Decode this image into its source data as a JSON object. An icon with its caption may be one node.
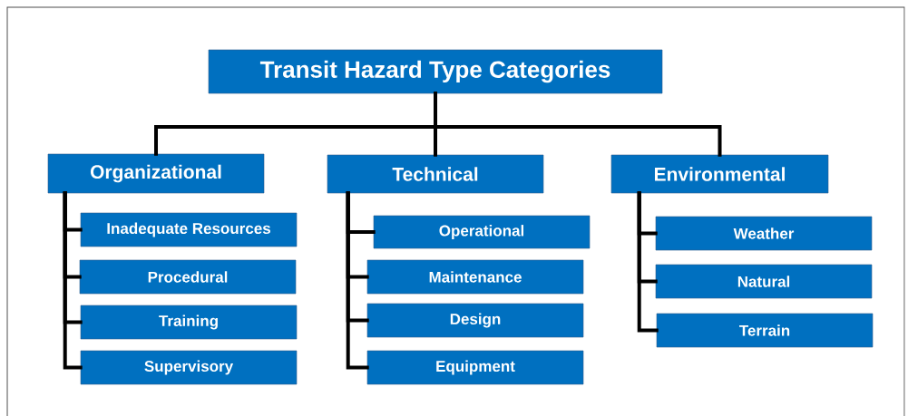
{
  "diagram": {
    "nodes": [
      {
        "text": [
          "Transit Hazard Type Categories"
        ]
      },
      {
        "text": [
          "Organizational"
        ]
      },
      {
        "text": [
          "Inadequate Resources"
        ]
      },
      {
        "text": [
          "Procedural"
        ]
      },
      {
        "text": [
          "Training"
        ]
      },
      {
        "text": [
          "Supervisory"
        ]
      },
      {
        "text": [
          "Technical"
        ]
      },
      {
        "text": [
          "Operational"
        ]
      },
      {
        "text": [
          "Maintenance"
        ]
      },
      {
        "text": [
          "Design"
        ]
      },
      {
        "text": [
          "Equipment"
        ]
      },
      {
        "text": [
          "Environmental"
        ]
      },
      {
        "text": [
          "Weather"
        ]
      },
      {
        "text": [
          "Natural"
        ]
      },
      {
        "text": [
          "Terrain"
        ]
      }
    ],
    "edges": [
      {
        "from": 0,
        "to": 1,
        "arrow": "none"
      },
      {
        "from": 0,
        "to": 6,
        "arrow": "none"
      },
      {
        "from": 0,
        "to": 11,
        "arrow": "none"
      },
      {
        "from": 1,
        "to": 2,
        "arrow": "none"
      },
      {
        "from": 1,
        "to": 3,
        "arrow": "none"
      },
      {
        "from": 1,
        "to": 4,
        "arrow": "none"
      },
      {
        "from": 1,
        "to": 5,
        "arrow": "none"
      },
      {
        "from": 6,
        "to": 7,
        "arrow": "none"
      },
      {
        "from": 6,
        "to": 8,
        "arrow": "none"
      },
      {
        "from": 6,
        "to": 9,
        "arrow": "none"
      },
      {
        "from": 6,
        "to": 10,
        "arrow": "none"
      },
      {
        "from": 11,
        "to": 12,
        "arrow": "none"
      },
      {
        "from": 11,
        "to": 13,
        "arrow": "none"
      },
      {
        "from": 11,
        "to": 14,
        "arrow": "none"
      }
    ]
  }
}
